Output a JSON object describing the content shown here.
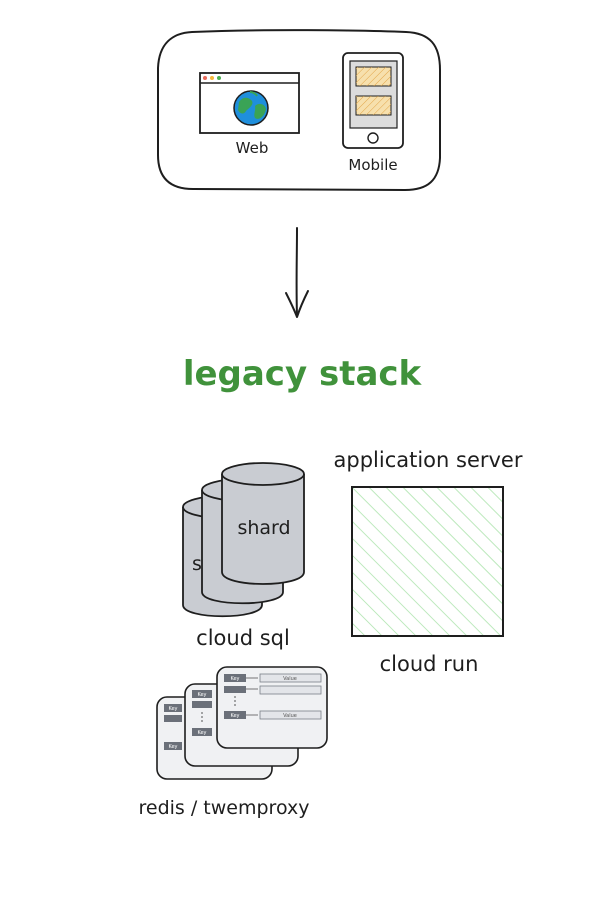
{
  "clients": {
    "web_label": "Web",
    "mobile_label": "Mobile"
  },
  "title": "legacy stack",
  "app_server": {
    "heading": "application server",
    "label": "cloud run"
  },
  "database": {
    "shard_label": "shard",
    "shard_label_partial": "s",
    "label": "cloud sql"
  },
  "cache": {
    "key_label": "Key",
    "value_label": "Value",
    "label": "redis / twemproxy"
  },
  "colors": {
    "title": "#40923b",
    "stroke": "#1e1e1e",
    "hatch": "#a8e2a8",
    "db_fill": "#c9ccd2",
    "key_fill": "#6b7079",
    "cache_fill": "#f0f1f3",
    "globe_blue": "#1f8fdc",
    "globe_green": "#3aa356",
    "screen_yellow": "#f7e0ad",
    "screen_hatch": "#e0a040"
  }
}
